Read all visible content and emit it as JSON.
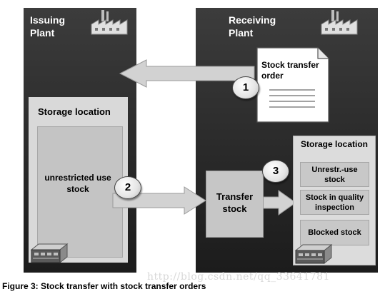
{
  "issuing_plant": {
    "title": "Issuing\nPlant"
  },
  "receiving_plant": {
    "title": "Receiving\nPlant"
  },
  "stock_transfer_order": {
    "title": "Stock transfer order"
  },
  "issuing_storage": {
    "title": "Storage location",
    "stock_label": "unrestricted use stock"
  },
  "transfer_stock": {
    "label": "Transfer stock"
  },
  "receiving_storage": {
    "title": "Storage location",
    "cells": [
      "Unrestr.-use stock",
      "Stock in quality inspection",
      "Blocked stock"
    ]
  },
  "steps": [
    "1",
    "2",
    "3"
  ],
  "caption": "Figure 3: Stock transfer with stock transfer orders",
  "watermark": "http://blog.csdn.net/qq_33641781",
  "icons": [
    "factory-icon",
    "factory-icon",
    "document-icon",
    "storage-device-icon",
    "storage-device-icon"
  ],
  "colors": {
    "panel": "#2e2e2e",
    "box": "#d9d9d9",
    "arrow": "#cfcfcf"
  }
}
